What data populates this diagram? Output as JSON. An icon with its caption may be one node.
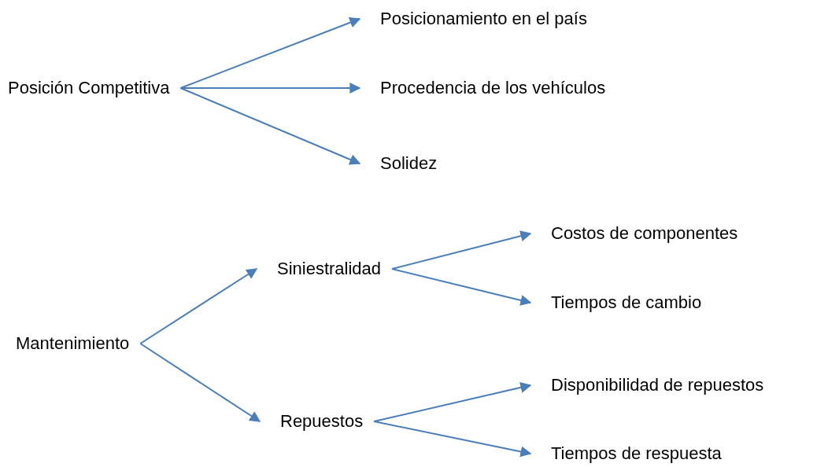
{
  "diagram": {
    "nodes": [
      {
        "text": [
          "Posición Competitiva"
        ]
      },
      {
        "text": [
          "Posicionamiento en el país"
        ]
      },
      {
        "text": [
          "Procedencia de los vehículos"
        ]
      },
      {
        "text": [
          "Solidez"
        ]
      },
      {
        "text": [
          "Mantenimiento"
        ]
      },
      {
        "text": [
          "Siniestralidad"
        ]
      },
      {
        "text": [
          "Costos de componentes"
        ]
      },
      {
        "text": [
          "Tiempos de cambio"
        ]
      },
      {
        "text": [
          "Repuestos"
        ]
      },
      {
        "text": [
          "Disponibilidad de repuestos"
        ]
      },
      {
        "text": [
          "Tiempos de respuesta"
        ]
      }
    ],
    "edges": [
      {
        "from": 0,
        "to": 1,
        "arrow": "to"
      },
      {
        "from": 0,
        "to": 2,
        "arrow": "to"
      },
      {
        "from": 0,
        "to": 3,
        "arrow": "to"
      },
      {
        "from": 4,
        "to": 5,
        "arrow": "to"
      },
      {
        "from": 4,
        "to": 8,
        "arrow": "to"
      },
      {
        "from": 5,
        "to": 6,
        "arrow": "to"
      },
      {
        "from": 5,
        "to": 7,
        "arrow": "to"
      },
      {
        "from": 8,
        "to": 9,
        "arrow": "to"
      },
      {
        "from": 8,
        "to": 10,
        "arrow": "to"
      }
    ]
  }
}
